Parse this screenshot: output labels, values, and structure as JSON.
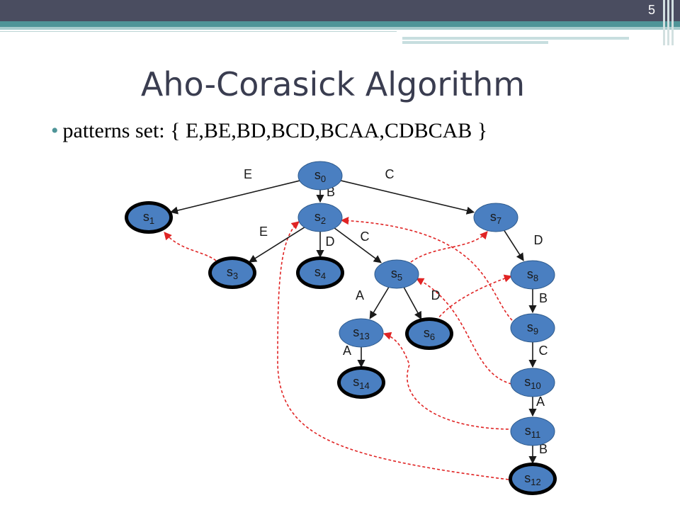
{
  "slide_number": "5",
  "title": "Aho-Corasick Algorithm",
  "bullet": "patterns set:  { E,BE,BD,BCD,BCAA,CDBCAB }",
  "colors": {
    "node_fill": "#4a7fc1",
    "goto_edge": "#1a1a1a",
    "failure_edge": "#e02424",
    "accent": "#4f9598"
  },
  "nodes": [
    {
      "id": "s0",
      "label": "s",
      "sub": "0",
      "accepting": false
    },
    {
      "id": "s1",
      "label": "s",
      "sub": "1",
      "accepting": true
    },
    {
      "id": "s2",
      "label": "s",
      "sub": "2",
      "accepting": false
    },
    {
      "id": "s3",
      "label": "s",
      "sub": "3",
      "accepting": true
    },
    {
      "id": "s4",
      "label": "s",
      "sub": "4",
      "accepting": true
    },
    {
      "id": "s5",
      "label": "s",
      "sub": "5",
      "accepting": false
    },
    {
      "id": "s6",
      "label": "s",
      "sub": "6",
      "accepting": true
    },
    {
      "id": "s7",
      "label": "s",
      "sub": "7",
      "accepting": false
    },
    {
      "id": "s8",
      "label": "s",
      "sub": "8",
      "accepting": false
    },
    {
      "id": "s9",
      "label": "s",
      "sub": "9",
      "accepting": false
    },
    {
      "id": "s10",
      "label": "s",
      "sub": "10",
      "accepting": false
    },
    {
      "id": "s11",
      "label": "s",
      "sub": "11",
      "accepting": false
    },
    {
      "id": "s12",
      "label": "s",
      "sub": "12",
      "accepting": true
    },
    {
      "id": "s13",
      "label": "s",
      "sub": "13",
      "accepting": false
    },
    {
      "id": "s14",
      "label": "s",
      "sub": "14",
      "accepting": true
    }
  ],
  "goto_edges": [
    {
      "from": "s0",
      "to": "s1",
      "label": "E"
    },
    {
      "from": "s0",
      "to": "s2",
      "label": "B"
    },
    {
      "from": "s0",
      "to": "s7",
      "label": "C"
    },
    {
      "from": "s2",
      "to": "s3",
      "label": "E"
    },
    {
      "from": "s2",
      "to": "s4",
      "label": "D"
    },
    {
      "from": "s2",
      "to": "s5",
      "label": "C"
    },
    {
      "from": "s5",
      "to": "s13",
      "label": "A"
    },
    {
      "from": "s5",
      "to": "s6",
      "label": "D"
    },
    {
      "from": "s13",
      "to": "s14",
      "label": "A"
    },
    {
      "from": "s7",
      "to": "s8",
      "label": "D"
    },
    {
      "from": "s8",
      "to": "s9",
      "label": "B"
    },
    {
      "from": "s9",
      "to": "s10",
      "label": "C"
    },
    {
      "from": "s10",
      "to": "s11",
      "label": "A"
    },
    {
      "from": "s11",
      "to": "s12",
      "label": "B"
    }
  ],
  "failure_edges": [
    {
      "from": "s3",
      "to": "s1"
    },
    {
      "from": "s5",
      "to": "s7"
    },
    {
      "from": "s6",
      "to": "s8"
    },
    {
      "from": "s9",
      "to": "s2"
    },
    {
      "from": "s10",
      "to": "s5"
    },
    {
      "from": "s11",
      "to": "s13"
    },
    {
      "from": "s12",
      "to": "s2"
    }
  ]
}
